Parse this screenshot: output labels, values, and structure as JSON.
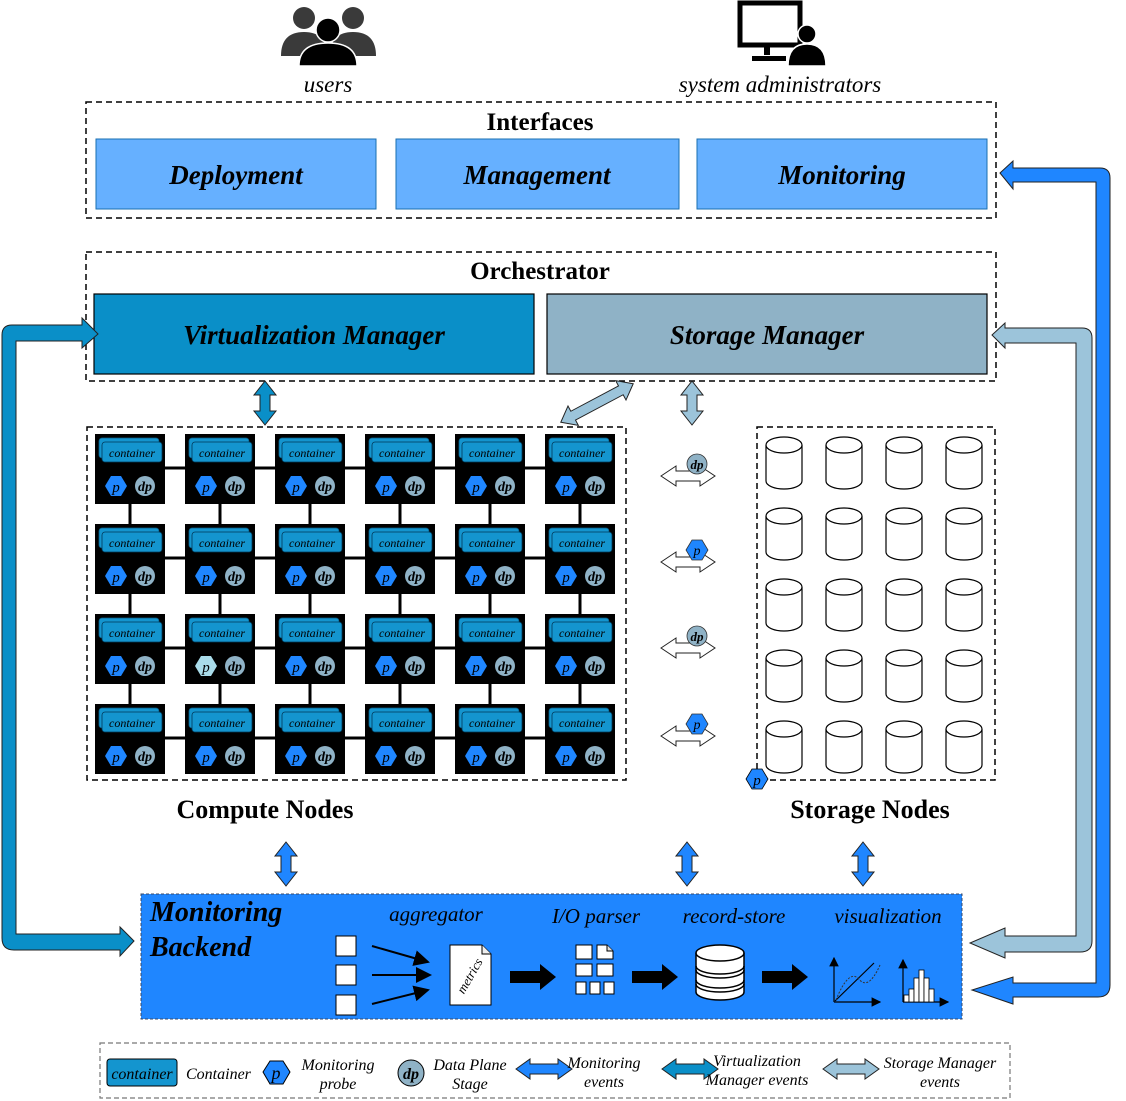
{
  "actors": {
    "users_label": "users",
    "admins_label": "system administrators"
  },
  "interfaces": {
    "title": "Interfaces",
    "items": [
      "Deployment",
      "Management",
      "Monitoring"
    ]
  },
  "orchestrator": {
    "title": "Orchestrator",
    "virtualization_manager": "Virtualization Manager",
    "storage_manager": "Storage Manager"
  },
  "compute": {
    "title": "Compute Nodes",
    "rows": 4,
    "cols": 6,
    "container_label": "container",
    "probe_label": "p",
    "dp_label": "dp",
    "highlighted_probe": {
      "row": 3,
      "col": 2
    }
  },
  "middle_links": [
    {
      "badge": "dp"
    },
    {
      "badge": "p"
    },
    {
      "badge": "dp"
    },
    {
      "badge": "p"
    }
  ],
  "storage": {
    "title": "Storage Nodes",
    "rows": 5,
    "cols": 4,
    "probe_label": "p"
  },
  "backend": {
    "title_line1": "Monitoring",
    "title_line2": "Backend",
    "stages": [
      "aggregator",
      "I/O parser",
      "record-store",
      "visualization"
    ],
    "metrics_label": "metrics"
  },
  "legend": {
    "container_chip": "container",
    "container_text": "Container",
    "probe_chip": "p",
    "probe_text_1": "Monitoring",
    "probe_text_2": "probe",
    "dp_chip": "dp",
    "dp_text_1": "Data Plane",
    "dp_text_2": "Stage",
    "mon_events_1": "Monitoring",
    "mon_events_2": "events",
    "vm_events_1": "Virtualization",
    "vm_events_2": "Manager events",
    "sm_events_1": "Storage Manager",
    "sm_events_2": "events"
  },
  "colors": {
    "interface_fill": "#66b0ff",
    "virt_manager": "#0a8fc8",
    "storage_manager": "#8fb2c6",
    "monitoring_blue": "#1f86ff",
    "storage_arrow": "#9cc4da",
    "probe_blue": "#1f86ff",
    "probe_light": "#a9dcea",
    "dp_fill": "#8fb2c6",
    "container_fill": "#1495cf"
  }
}
